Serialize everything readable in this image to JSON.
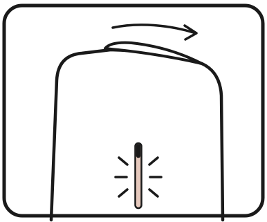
{
  "illustration": {
    "description_icon": "phone-slide-cover-led-icon",
    "colors": {
      "stroke": "#1a1a1a",
      "background": "#ffffff",
      "led_lit": "#e6c9bd",
      "led_dark": "#1a1a1a"
    },
    "elements": {
      "frame": "rounded-frame",
      "device": "device-outline",
      "cover": "slide-cover",
      "arrow": "slide-direction-arrow",
      "led": "charging-led-indicator",
      "rays": "led-glow-rays"
    },
    "led_fill_fraction": 0.78
  }
}
